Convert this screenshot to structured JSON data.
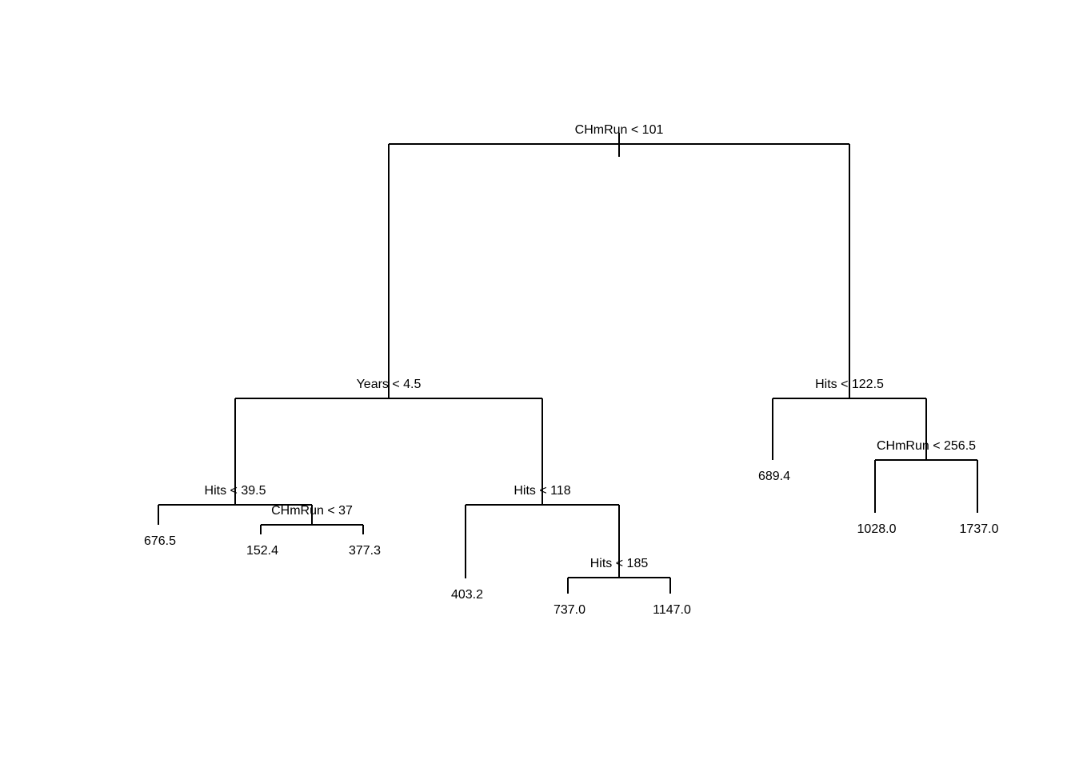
{
  "diagram": {
    "type": "regression-tree",
    "colors": {
      "line": "#000000",
      "text": "#000000",
      "background": "#ffffff"
    },
    "tree": {
      "id": "root",
      "split": "CHmRun < 101",
      "left": {
        "id": "years",
        "split": "Years < 4.5",
        "left": {
          "id": "hits-39",
          "split": "Hits < 39.5",
          "left": {
            "id": "leaf-676",
            "value": "676.5"
          },
          "right": {
            "id": "chmrun-37",
            "split": "CHmRun < 37",
            "left": {
              "id": "leaf-152",
              "value": "152.4"
            },
            "right": {
              "id": "leaf-377",
              "value": "377.3"
            }
          }
        },
        "right": {
          "id": "hits-118",
          "split": "Hits < 118",
          "left": {
            "id": "leaf-403",
            "value": "403.2"
          },
          "right": {
            "id": "hits-185",
            "split": "Hits < 185",
            "left": {
              "id": "leaf-737",
              "value": "737.0"
            },
            "right": {
              "id": "leaf-1147",
              "value": "1147.0"
            }
          }
        }
      },
      "right": {
        "id": "hits-122",
        "split": "Hits < 122.5",
        "left": {
          "id": "leaf-689",
          "value": "689.4"
        },
        "right": {
          "id": "chmrun-256",
          "split": "CHmRun < 256.5",
          "left": {
            "id": "leaf-1028",
            "value": "1028.0"
          },
          "right": {
            "id": "leaf-1737",
            "value": "1737.0"
          }
        }
      }
    }
  }
}
